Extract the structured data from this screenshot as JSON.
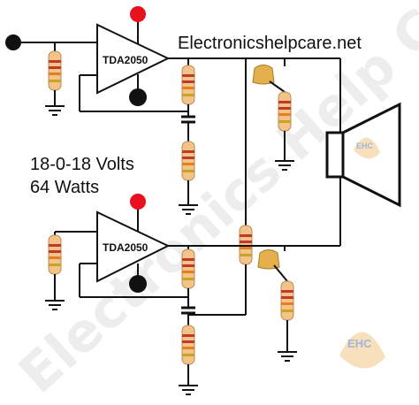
{
  "site": {
    "title": "Electronicshelpcare.net"
  },
  "specs": {
    "supply": "18-0-18 Volts",
    "power": "64 Watts"
  },
  "amplifiers": [
    {
      "chip_label": "TDA2050"
    },
    {
      "chip_label": "TDA2050"
    }
  ],
  "watermark": {
    "text": "Electronics Help Care",
    "logo_text": "EHC"
  },
  "colors": {
    "positive_rail": "#e8101c",
    "negative_rail": "#111111",
    "wire": "#111111",
    "resistor_body": "#f2c48a",
    "capacitor_body": "#e3b04b"
  }
}
